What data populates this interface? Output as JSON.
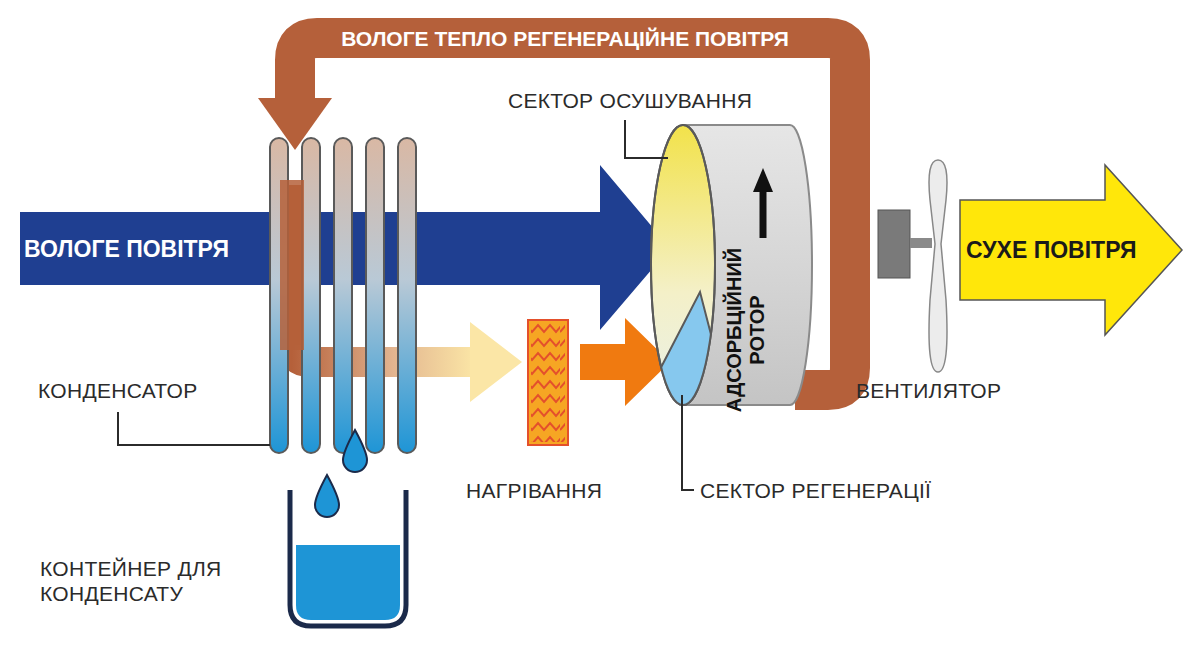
{
  "diagram": {
    "nodes": [
      {
        "text": [
          "ВОЛОГЕ ТЕПЛО РЕГЕНЕРАЦІЙНЕ ПОВІТРЯ"
        ]
      },
      {
        "text": [
          "ВОЛОГЕ ПОВІТРЯ"
        ]
      },
      {
        "text": [
          "АДСОРБЦІЙНИЙ РОТОР"
        ]
      },
      {
        "text": [
          "СУХЕ ПОВІТРЯ"
        ]
      }
    ],
    "labels": [
      "СЕКТОР ОСУШУВАННЯ",
      "КОНДЕНСАТОР",
      "НАГРІВАННЯ",
      "СЕКТОР РЕГЕНЕРАЦІЇ",
      "ВЕНТИЛЯТОР",
      "КОНТЕЙНЕР ДЛЯ КОНДЕНСАТУ"
    ]
  }
}
